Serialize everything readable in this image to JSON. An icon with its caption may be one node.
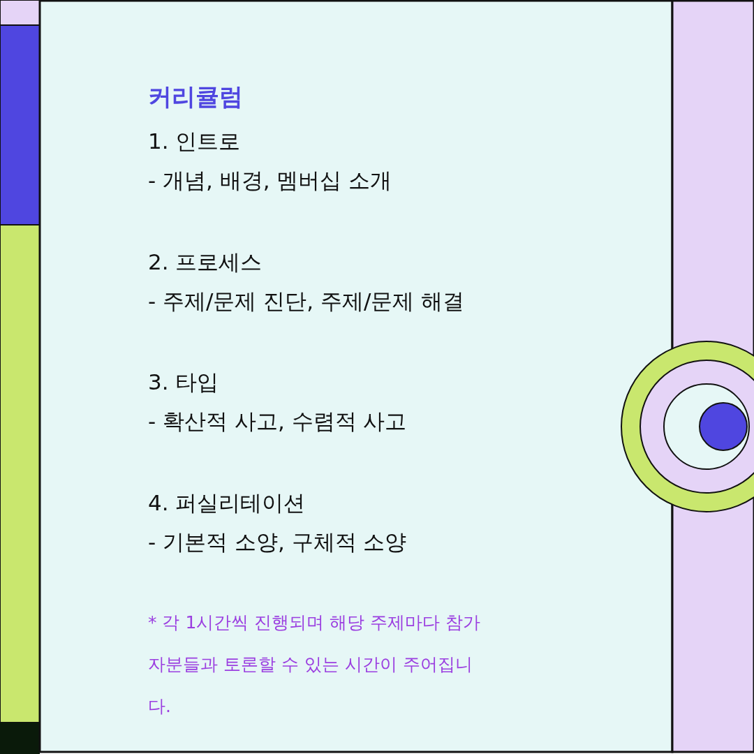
{
  "diagram": {
    "title": "커리큘럼",
    "labels": [
      "1. 인트로",
      "- 개념, 배경, 멤버십 소개",
      "2. 프로세스",
      "- 주제/문제 진단, 주제/문제 해결",
      "3. 타입",
      "- 확산적 사고, 수렴적 사고",
      "4. 퍼실리테이션",
      "- 기본적 소양, 구체적 소양",
      "* 각 1시간씩 진행되며 해당 주제마다 참가자분들과 토론할 수 있는 시간이 주어집니다."
    ]
  }
}
